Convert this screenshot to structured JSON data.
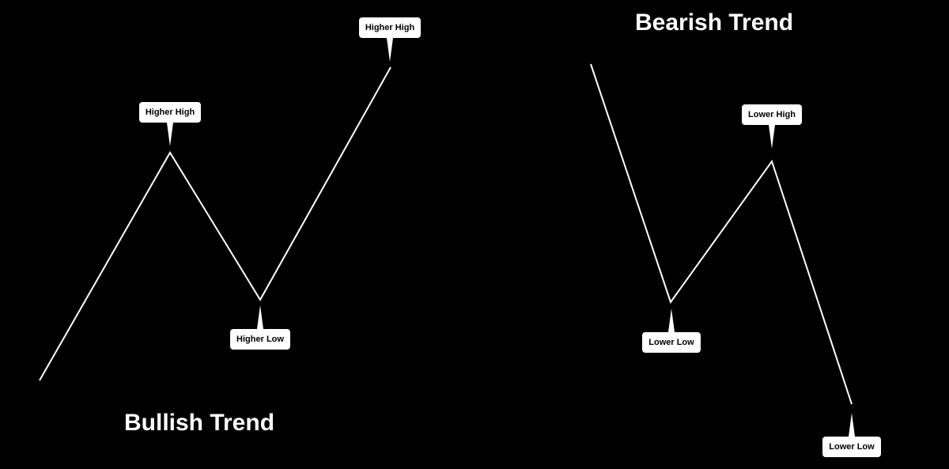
{
  "bullish": {
    "title": "Bullish Trend",
    "labels": {
      "first_peak": "Higher High",
      "trough": "Higher Low",
      "second_peak": "Higher High"
    }
  },
  "bearish": {
    "title": "Bearish Trend",
    "labels": {
      "first_trough": "Lower Low",
      "peak": "Lower High",
      "second_trough": "Lower Low"
    }
  },
  "colors": {
    "background": "#000000",
    "line": "#ffffff",
    "label_box": "#ffffff",
    "label_text": "#000000"
  }
}
